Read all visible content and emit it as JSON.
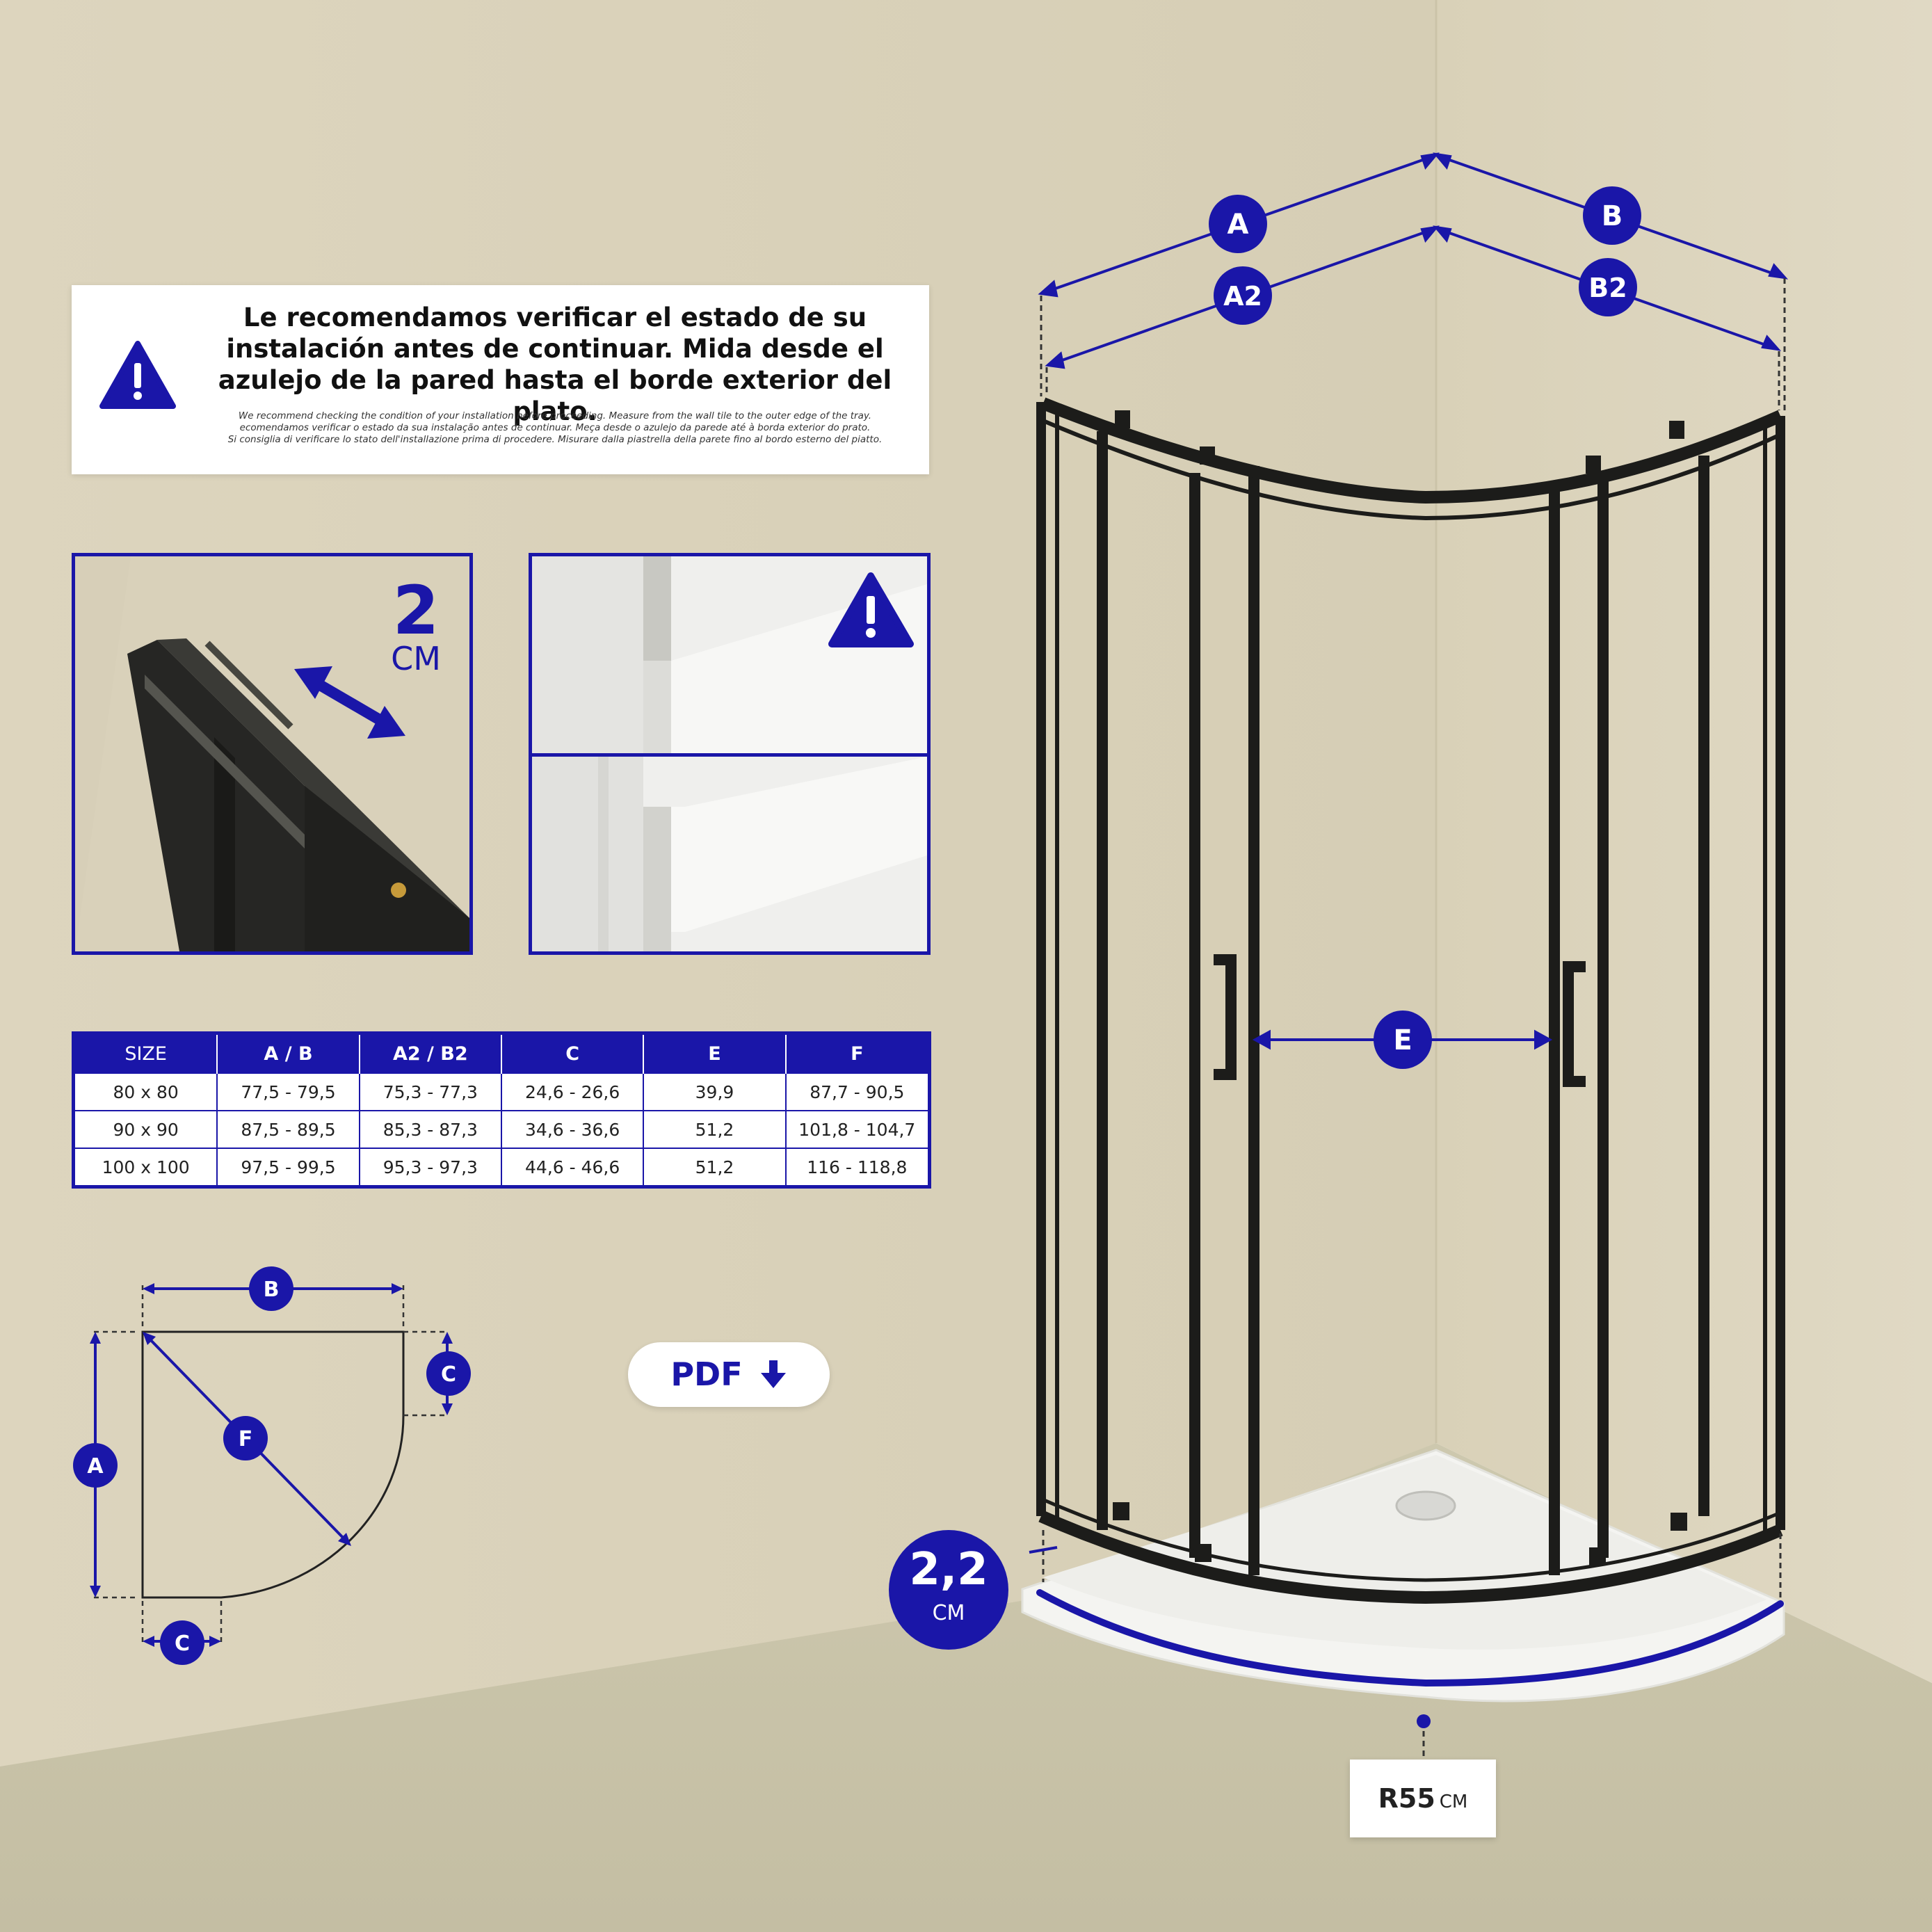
{
  "colors": {
    "accent": "#1a16a8",
    "wall": "#d9d2bb",
    "floor": "#c9c4a9",
    "frame": "#1c1c1a"
  },
  "notice": {
    "icon": "warning-triangle-icon",
    "title_lines": [
      "Le recomendamos verificar el estado de su",
      "instalación antes de continuar. Mida desde el",
      "azulejo de la pared hasta el borde exterior del plato."
    ],
    "subtitle_lines": [
      "We recommend checking the condition of your installation before proceeding. Measure from the wall tile to the outer edge of the tray.",
      "ecomendamos verificar o estado da sua instalação antes de continuar. Meça desde o azulejo da parede até à borda exterior do prato.",
      "Si consiglia di verificare lo stato dell'installazione prima di procedere. Misurare dalla piastrella della parete fino al bordo esterno del piatto."
    ]
  },
  "profile_detail": {
    "value": "2",
    "unit": "CM"
  },
  "wall_detail": {
    "icon": "warning-triangle-icon"
  },
  "size_table": {
    "headers": [
      "SIZE",
      "A / B",
      "A2 / B2",
      "C",
      "E",
      "F"
    ],
    "rows": [
      [
        "80 x 80",
        "77,5 - 79,5",
        "75,3 - 77,3",
        "24,6 - 26,6",
        "39,9",
        "87,7 - 90,5"
      ],
      [
        "90 x 90",
        "87,5 - 89,5",
        "85,3 - 87,3",
        "34,6 - 36,6",
        "51,2",
        "101,8 - 104,7"
      ],
      [
        "100 x 100",
        "97,5 - 99,5",
        "95,3 - 97,3",
        "44,6 - 46,6",
        "51,2",
        "116 - 118,8"
      ]
    ]
  },
  "plan_labels": {
    "b": "B",
    "a": "A",
    "c_top": "C",
    "c_bottom": "C",
    "f": "F"
  },
  "pdf_button": {
    "label": "PDF",
    "icon": "download-arrow-icon"
  },
  "enclosure_labels": {
    "a": "A",
    "b": "B",
    "a2": "A2",
    "b2": "B2",
    "e": "E"
  },
  "tray": {
    "thickness_value": "2,2",
    "thickness_unit": "CM",
    "radius_value": "R55",
    "radius_unit": "CM"
  }
}
